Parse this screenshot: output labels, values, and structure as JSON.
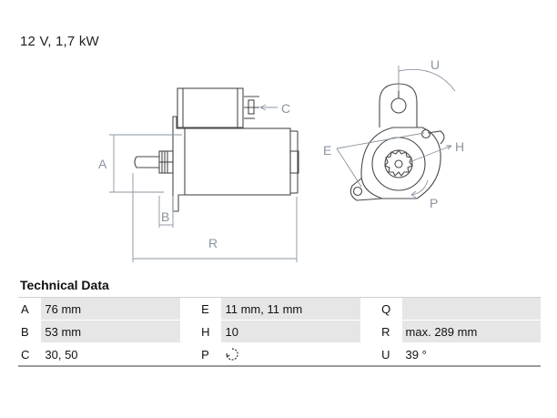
{
  "headline": "12 V, 1,7 kW",
  "drawing_labels": {
    "A": "A",
    "B": "B",
    "C": "C",
    "E": "E",
    "H": "H",
    "P": "P",
    "R": "R",
    "U": "U"
  },
  "technical_data": {
    "title": "Technical Data",
    "rows": [
      [
        {
          "key": "A",
          "value": "76 mm"
        },
        {
          "key": "E",
          "value": "11 mm, 11 mm"
        },
        {
          "key": "Q",
          "value": ""
        }
      ],
      [
        {
          "key": "B",
          "value": "53 mm"
        },
        {
          "key": "H",
          "value": "10"
        },
        {
          "key": "R",
          "value": "max. 289 mm"
        }
      ],
      [
        {
          "key": "C",
          "value": "30, 50"
        },
        {
          "key": "P",
          "value": "",
          "icon": "clockwise-rotation-icon"
        },
        {
          "key": "U",
          "value": "39 °"
        }
      ]
    ]
  },
  "colors": {
    "line": "#4a4a4a",
    "dimension": "#8a94a0",
    "row_shade": "#e6e6e6"
  }
}
